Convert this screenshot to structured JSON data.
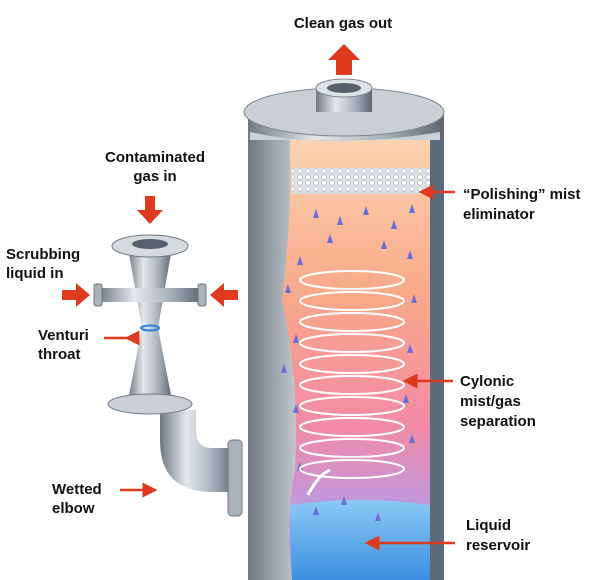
{
  "labels": {
    "clean_gas_out": "Clean gas out",
    "contaminated_gas_in": [
      "Contaminated",
      "gas in"
    ],
    "scrubbing_liquid_in": [
      "Scrubbing",
      "liquid in"
    ],
    "venturi_throat": [
      "Venturi",
      "throat"
    ],
    "wetted_elbow": [
      "Wetted",
      "elbow"
    ],
    "polishing_mist_eliminator": [
      "“Polishing” mist",
      "eliminator"
    ],
    "cyclonic_separation": [
      "Cylonic",
      "mist/gas",
      "separation"
    ],
    "liquid_reservoir": [
      "Liquid",
      "reservoir"
    ]
  },
  "colors": {
    "arrow": "#e03a1e",
    "steel": "#9aa3ad",
    "liquid": "#5aa8ee"
  }
}
